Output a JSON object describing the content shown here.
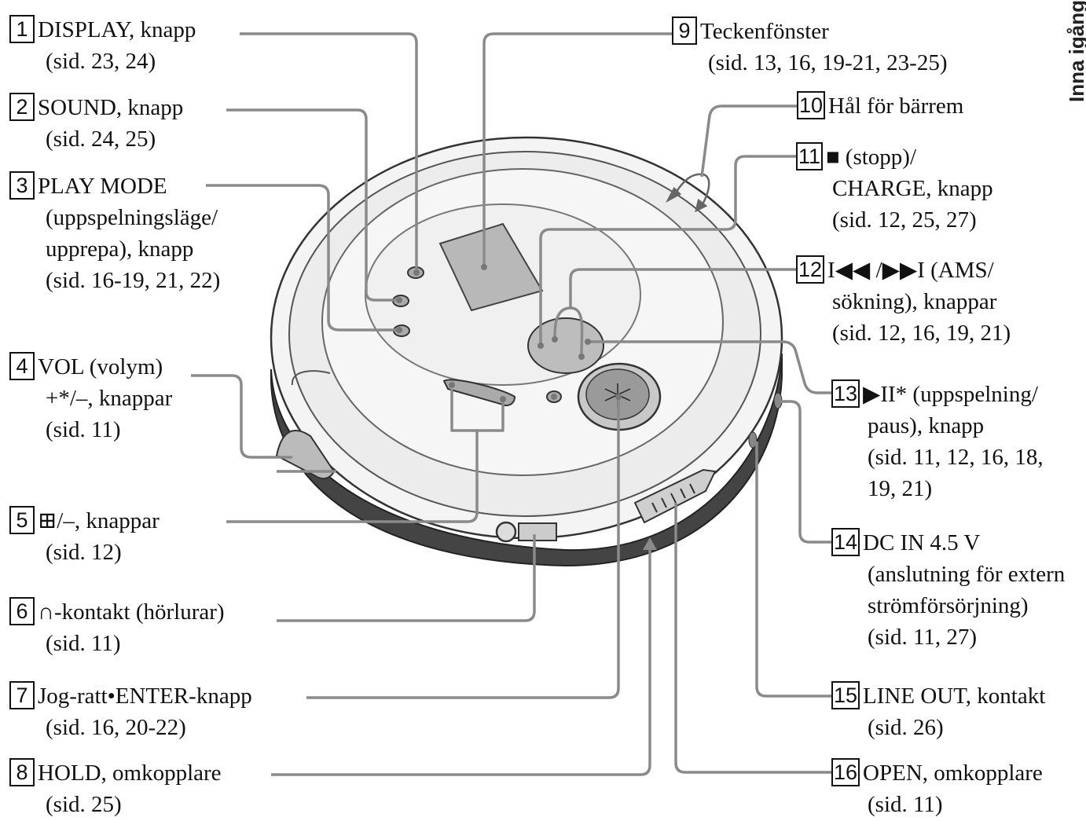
{
  "side_tab": "Inna igång",
  "labels": [
    {
      "num": "1",
      "lines": [
        "DISPLAY, knapp",
        "(sid. 23, 24)"
      ]
    },
    {
      "num": "2",
      "lines": [
        "SOUND, knapp",
        "(sid. 24, 25)"
      ]
    },
    {
      "num": "3",
      "lines": [
        "PLAY MODE",
        "(uppspelningsläge/",
        "upprepa), knapp",
        "(sid. 16-19, 21, 22)"
      ]
    },
    {
      "num": "4",
      "lines": [
        "VOL (volym)",
        "+*/–, knappar",
        "(sid. 11)"
      ]
    },
    {
      "num": "5",
      "lines": [
        "⊞/–, knappar",
        "(sid. 12)"
      ]
    },
    {
      "num": "6",
      "lines": [
        "∩-kontakt (hörlurar)",
        "(sid. 11)"
      ]
    },
    {
      "num": "7",
      "lines": [
        "Jog-ratt•ENTER-knapp",
        "(sid. 16, 20-22)"
      ]
    },
    {
      "num": "8",
      "lines": [
        "HOLD, omkopplare",
        "(sid. 25)"
      ]
    },
    {
      "num": "9",
      "lines": [
        "Teckenfönster",
        "(sid. 13, 16, 19-21, 23-25)"
      ]
    },
    {
      "num": "10",
      "lines": [
        "Hål för bärrem"
      ]
    },
    {
      "num": "11",
      "lines": [
        "■ (stopp)/",
        "CHARGE, knapp",
        "(sid. 12, 25, 27)"
      ]
    },
    {
      "num": "12",
      "lines": [
        "I◀◀ /▶▶I (AMS/",
        "sökning), knappar",
        "(sid. 12, 16, 19, 21)"
      ]
    },
    {
      "num": "13",
      "lines": [
        "▶II* (uppspelning/",
        "paus), knapp",
        "(sid. 11, 12, 16, 18,",
        "19, 21)"
      ]
    },
    {
      "num": "14",
      "lines": [
        "DC IN 4.5 V",
        "(anslutning för extern",
        "strömförsörjning)",
        "(sid. 11, 27)"
      ]
    },
    {
      "num": "15",
      "lines": [
        "LINE OUT, kontakt",
        "(sid. 26)"
      ]
    },
    {
      "num": "16",
      "lines": [
        "OPEN, omkopplare",
        "(sid. 11)"
      ]
    }
  ]
}
